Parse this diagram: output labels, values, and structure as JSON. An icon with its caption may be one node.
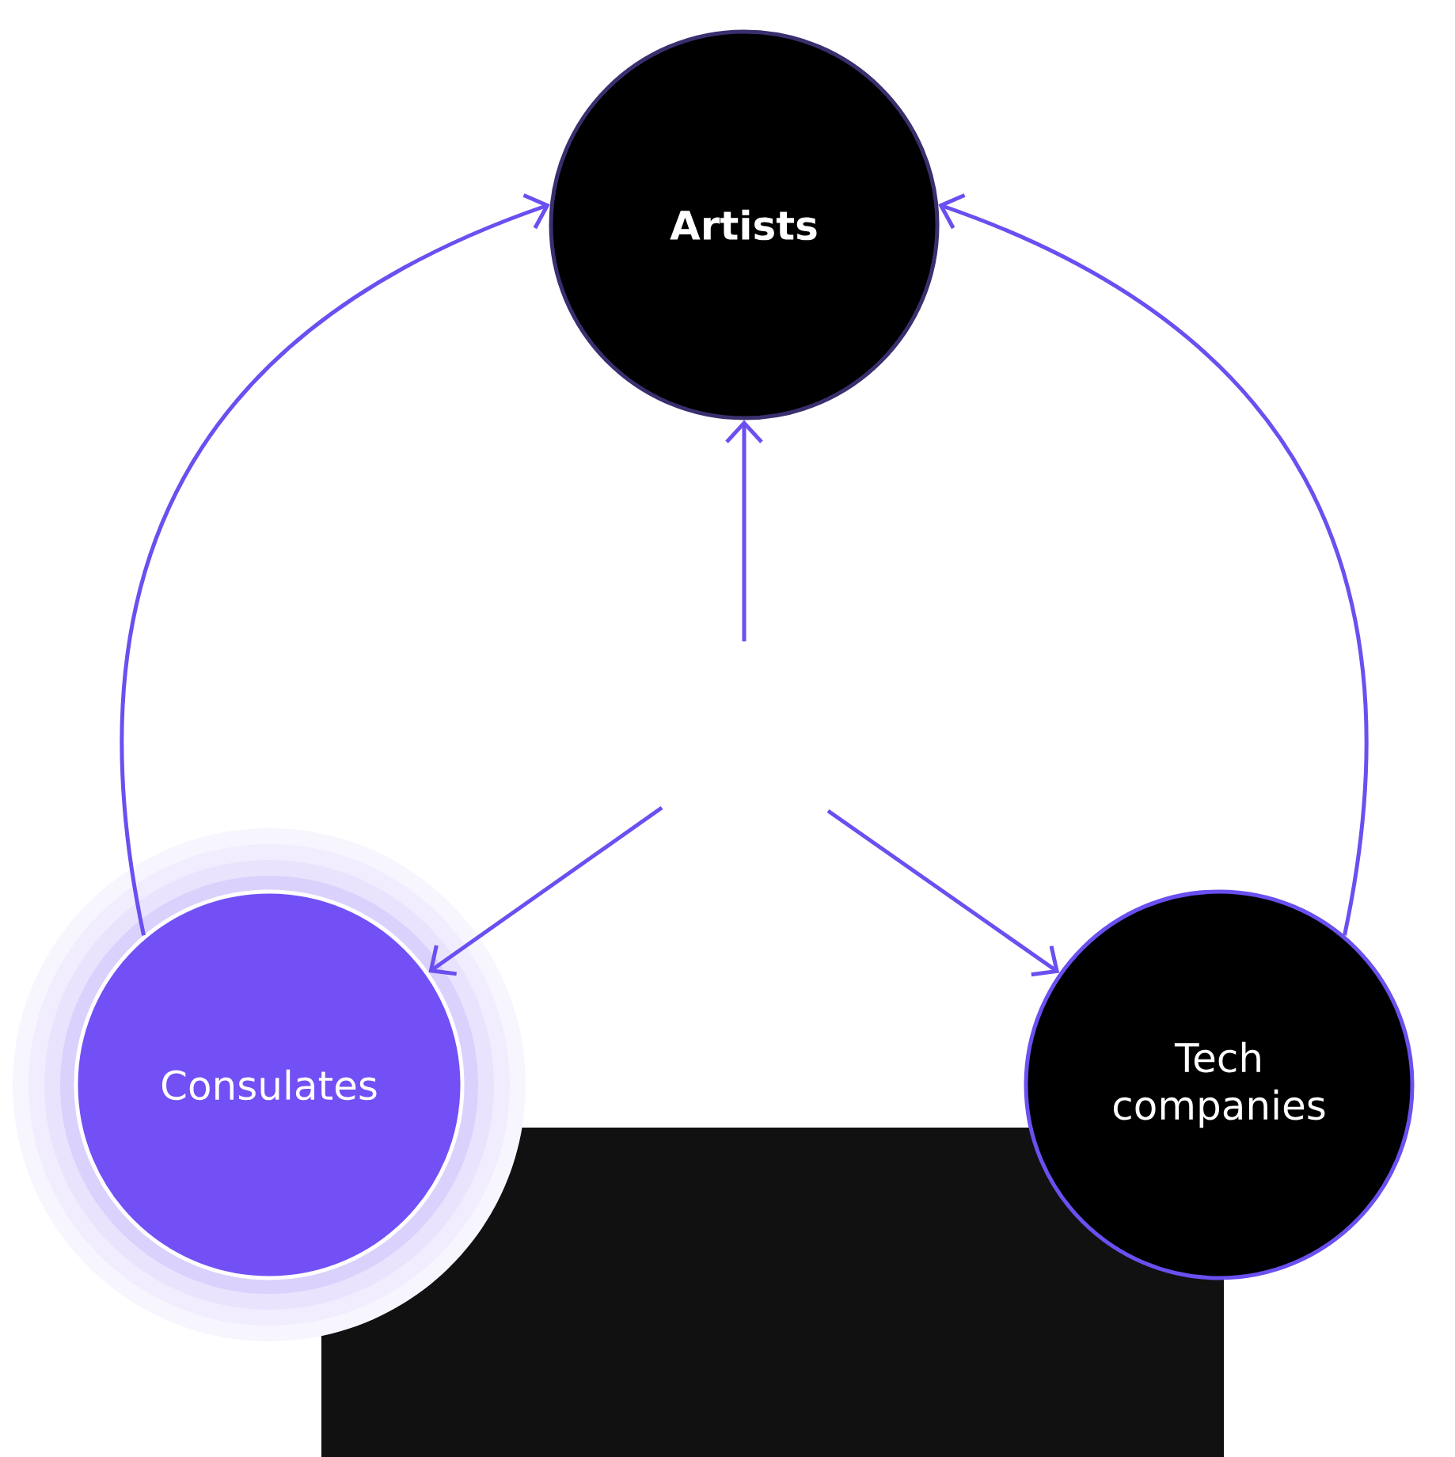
{
  "diagram": {
    "nodes": [
      {
        "text": [
          "Artists"
        ]
      },
      {
        "text": [
          "Consulates"
        ]
      },
      {
        "text": [
          "Tech companies"
        ]
      }
    ],
    "edges": [
      {
        "from": null,
        "to": 0,
        "arrow": "to"
      },
      {
        "from": null,
        "to": 1,
        "arrow": "to"
      },
      {
        "from": null,
        "to": 2,
        "arrow": "to"
      },
      {
        "from": 1,
        "to": 0,
        "arrow": "to"
      },
      {
        "from": 2,
        "to": 0,
        "arrow": "to"
      }
    ]
  }
}
